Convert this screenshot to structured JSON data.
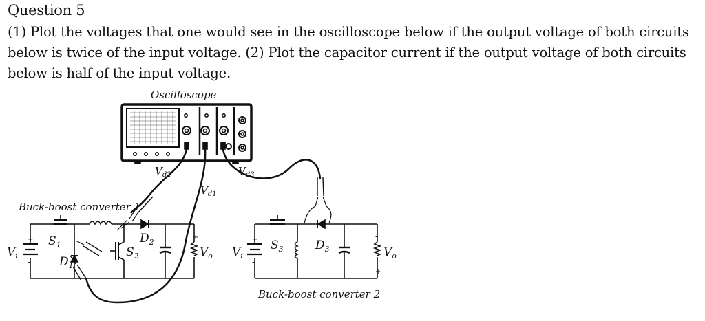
{
  "question": {
    "title": "Question 5",
    "lines": [
      "(1) Plot the voltages that one would see in the oscilloscope below if the output voltage of both circuits",
      "below is twice of the input voltage. (2) Plot the capacitor current if the output voltage of both circuits",
      "below is half of the input voltage."
    ]
  },
  "diagram": {
    "oscilloscope_label": "Oscilloscope",
    "converter1_label": "Buck-boost converter 1",
    "converter2_label": "Buck-boost converter 2",
    "probes": {
      "vd1": "V",
      "vd1_sub": "d1",
      "vd2": "V",
      "vd2_sub": "d2",
      "vd3": "V",
      "vd3_sub": "d3"
    },
    "components": {
      "vi": "V",
      "vi_sub": "i",
      "vo": "V",
      "vo_sub": "o",
      "s1": "S",
      "s1_sub": "1",
      "s2": "S",
      "s2_sub": "2",
      "s3": "S",
      "s3_sub": "3",
      "d1": "D",
      "d1_sub": "1",
      "d2": "D",
      "d2_sub": "2",
      "d3": "D",
      "d3_sub": "3",
      "plus": "+",
      "minus": "-"
    }
  }
}
